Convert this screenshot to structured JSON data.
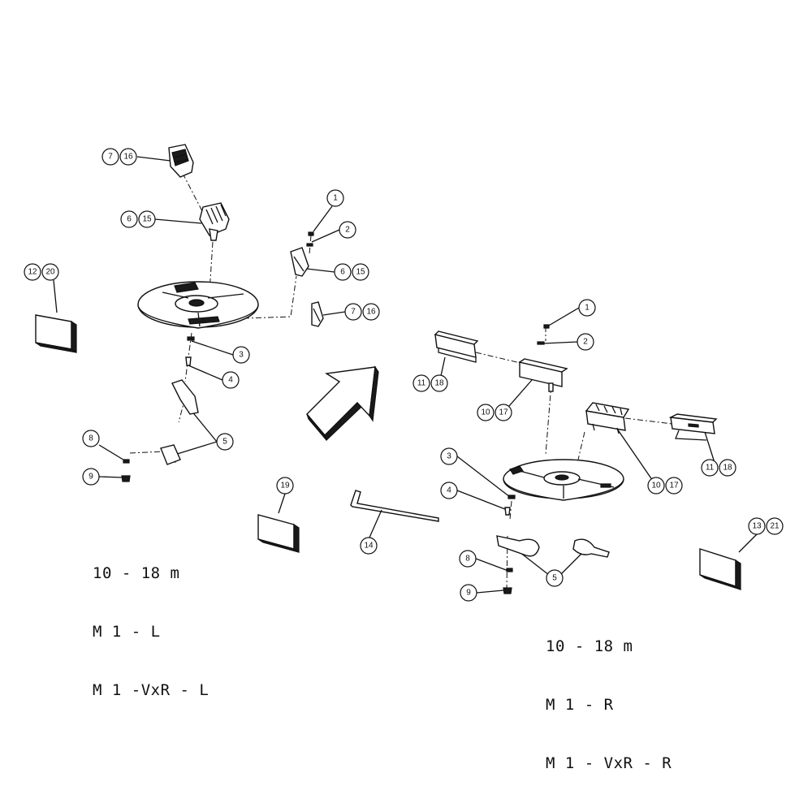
{
  "labels": {
    "left": [
      {
        "text": "7"
      },
      {
        "text": "16"
      },
      {
        "text": "6"
      },
      {
        "text": "15"
      },
      {
        "text": "1"
      },
      {
        "text": "2"
      },
      {
        "text": "6"
      },
      {
        "text": "15"
      },
      {
        "text": "7"
      },
      {
        "text": "16"
      },
      {
        "text": "12"
      },
      {
        "text": "20"
      },
      {
        "text": "3"
      },
      {
        "text": "4"
      },
      {
        "text": "5"
      },
      {
        "text": "8"
      },
      {
        "text": "9"
      }
    ],
    "middle": [
      {
        "text": "19"
      },
      {
        "text": "14"
      }
    ],
    "right": [
      {
        "text": "1"
      },
      {
        "text": "2"
      },
      {
        "text": "11"
      },
      {
        "text": "18"
      },
      {
        "text": "10"
      },
      {
        "text": "17"
      },
      {
        "text": "11"
      },
      {
        "text": "18"
      },
      {
        "text": "10"
      },
      {
        "text": "17"
      },
      {
        "text": "3"
      },
      {
        "text": "4"
      },
      {
        "text": "13"
      },
      {
        "text": "21"
      },
      {
        "text": "8"
      },
      {
        "text": "5"
      },
      {
        "text": "9"
      }
    ]
  },
  "captions": {
    "left": [
      "10 - 18 m",
      "M 1 - L",
      "M 1 -VxR - L"
    ],
    "right": [
      "10 - 18 m",
      "M 1 - R",
      "M 1 - VxR - R"
    ]
  }
}
